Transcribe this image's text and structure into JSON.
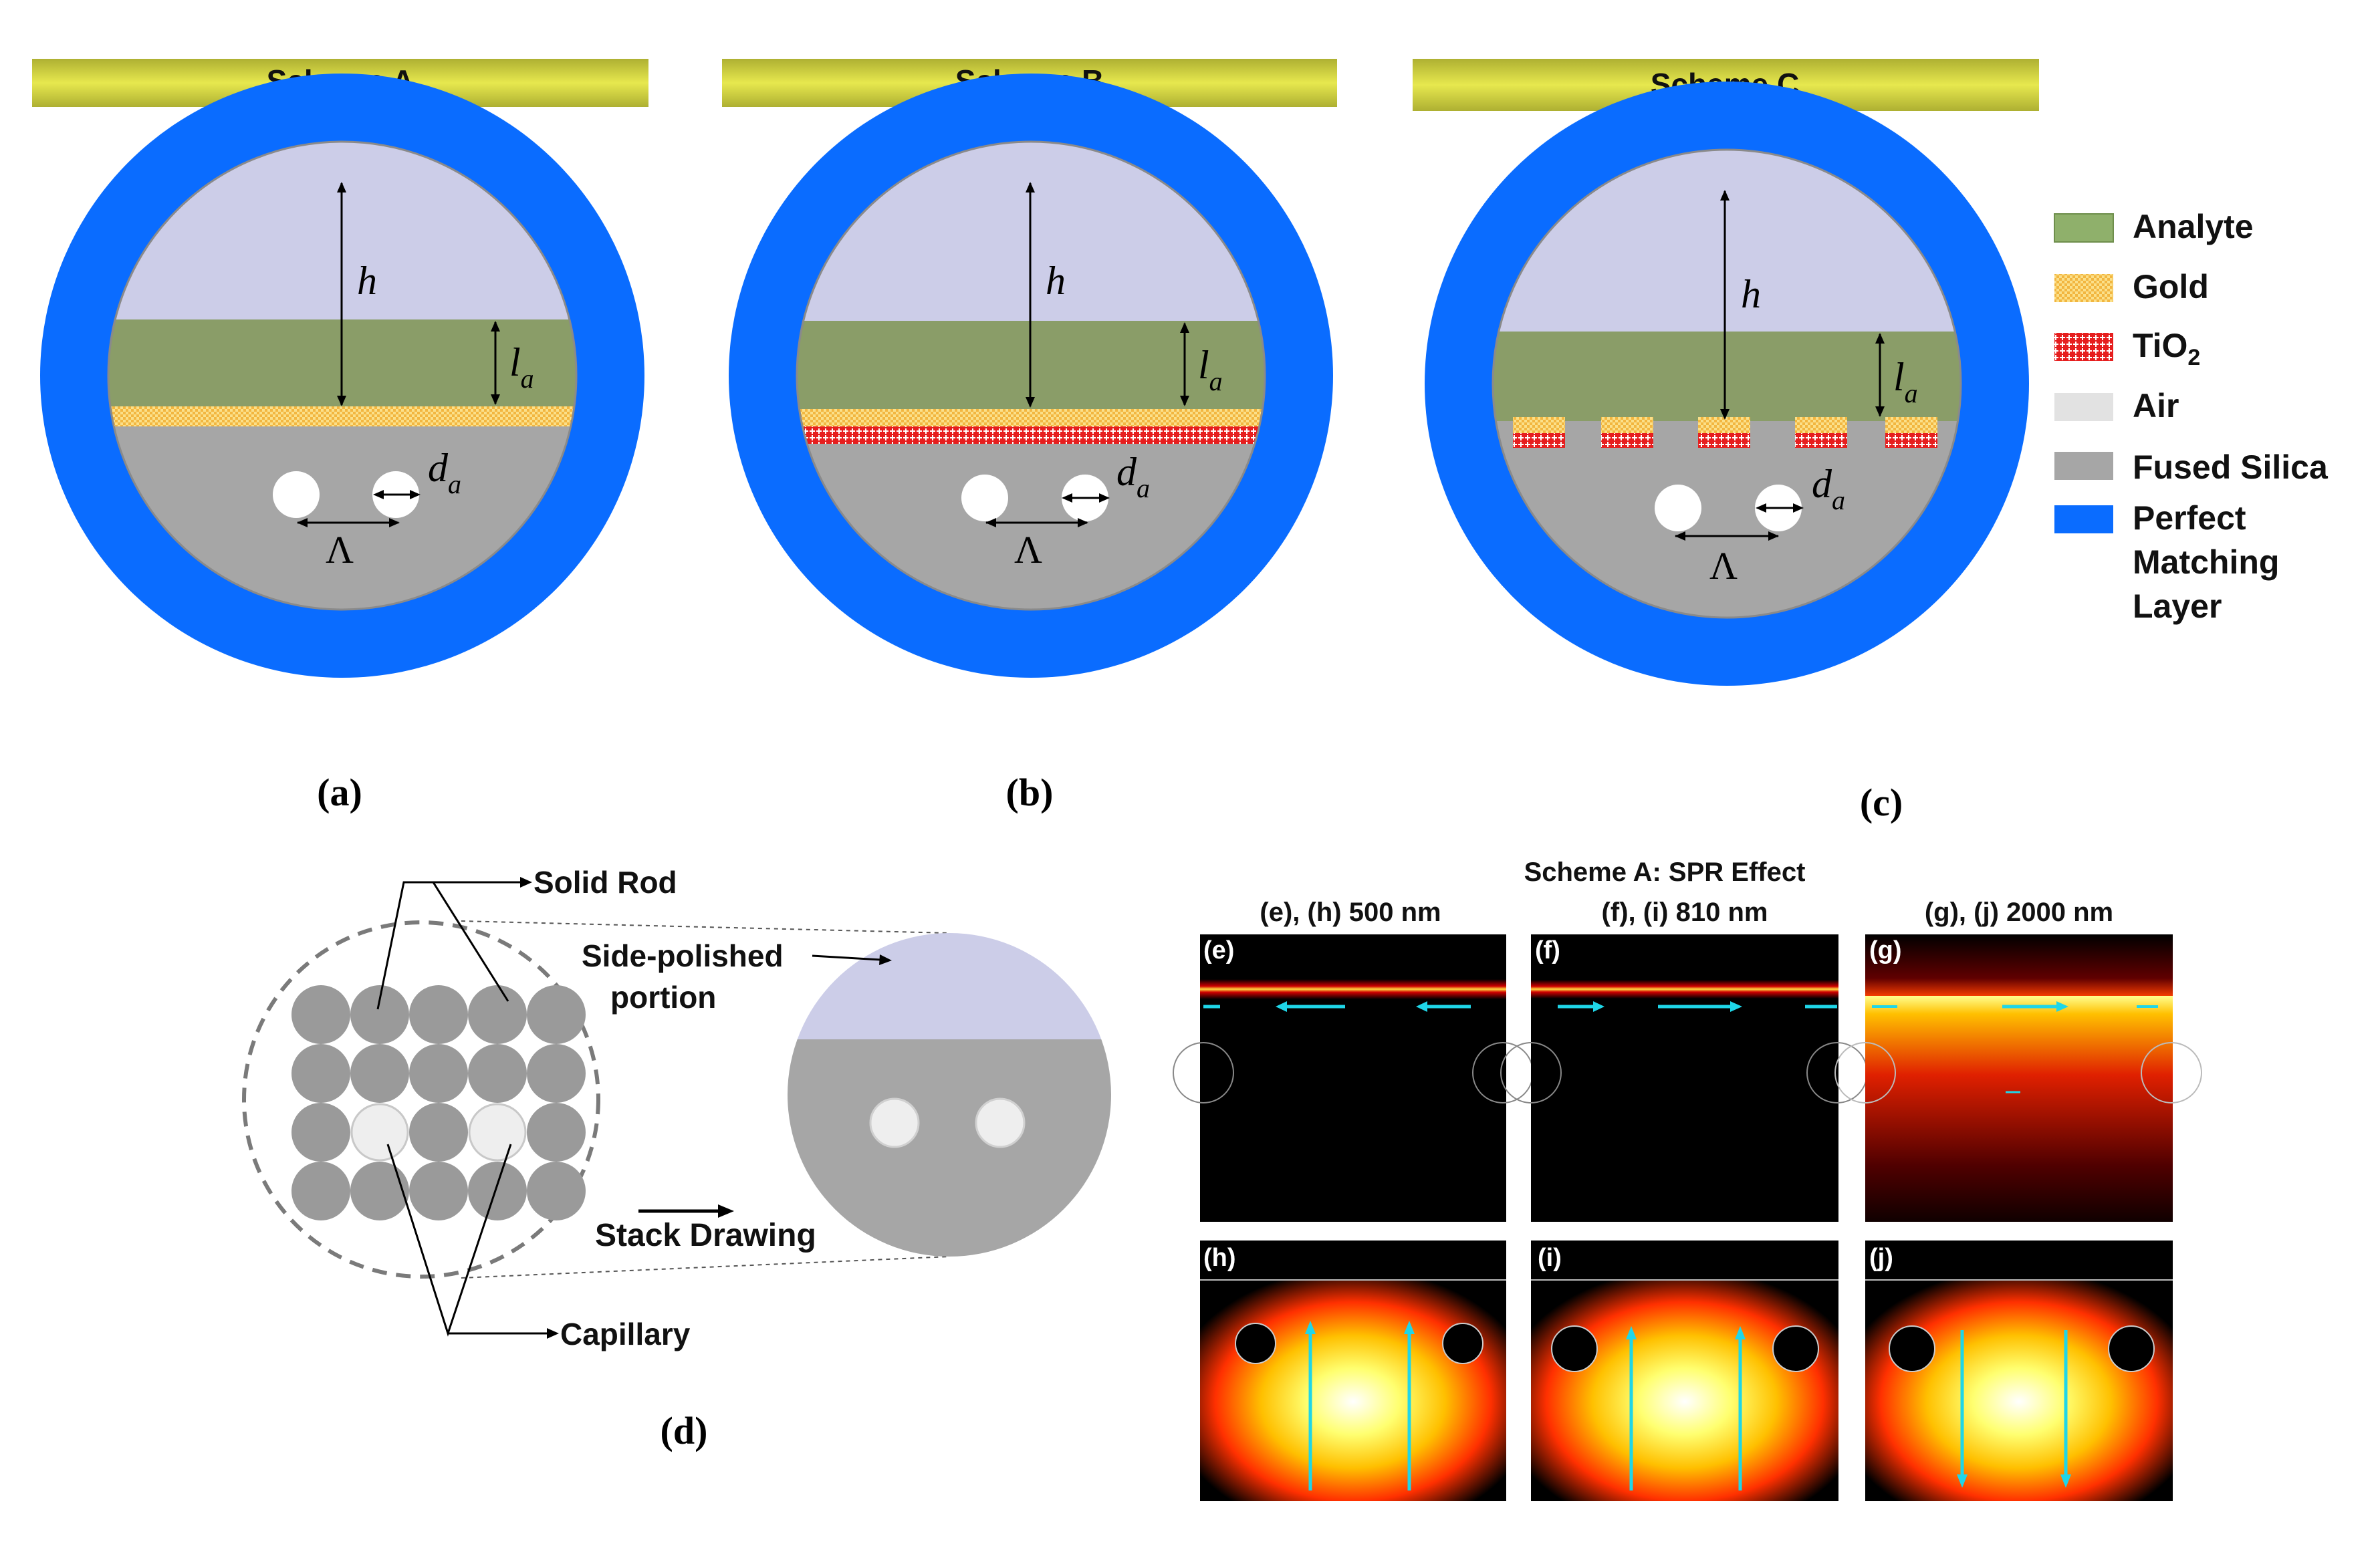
{
  "schemes": [
    {
      "title": "Scheme A",
      "caption": "(a)",
      "h": "h",
      "la": "l",
      "la_sub": "a",
      "da": "d",
      "da_sub": "a",
      "pitch": "Λ"
    },
    {
      "title": "Scheme B",
      "caption": "(b)",
      "h": "h",
      "la": "l",
      "la_sub": "a",
      "da": "d",
      "da_sub": "a",
      "pitch": "Λ"
    },
    {
      "title": "Scheme C",
      "caption": "(c)",
      "h": "h",
      "la": "l",
      "la_sub": "a",
      "da": "d",
      "da_sub": "a",
      "pitch": "Λ"
    }
  ],
  "legend": {
    "analyte": "Analyte",
    "gold": "Gold",
    "tio2_main": "TiO",
    "tio2_sub": "2",
    "air": "Air",
    "silica": "Fused Silica",
    "pml_line1": "Perfect",
    "pml_line2": "Matching",
    "pml_line3": "Layer"
  },
  "fabrication": {
    "solid_rod": "Solid Rod",
    "side_polished_1": "Side-polished",
    "side_polished_2": "portion",
    "stack_drawing": "Stack Drawing",
    "capillary": "Capillary",
    "caption": "(d)"
  },
  "fields": {
    "title": "Scheme A: SPR Effect",
    "col_heads": [
      "(e), (h) 500 nm",
      "(f), (i) 810 nm",
      "(g), (j) 2000 nm"
    ],
    "top_labels": [
      "(e)",
      "(f)",
      "(g)"
    ],
    "bottom_labels": [
      "(h)",
      "(i)",
      "(j)"
    ]
  },
  "colors": {
    "banner": "#c4c43a",
    "pml": "#0a6cff",
    "air_region": "#cccde8",
    "analyte": "#8a9d68",
    "silica": "#a6a6a6",
    "gold": "#f7d268",
    "tio2": "#ef2a2a",
    "arrow": "#1fd6e8"
  }
}
